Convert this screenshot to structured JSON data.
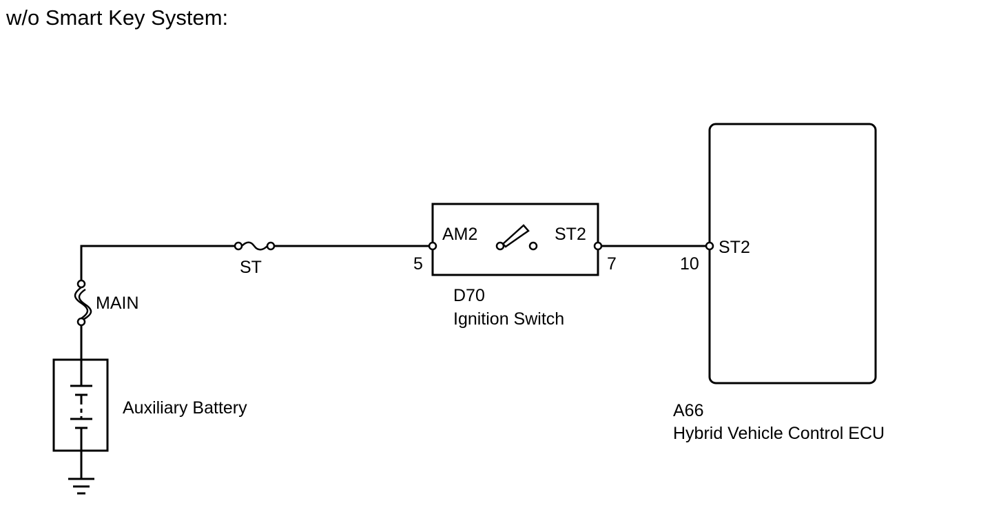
{
  "title": "w/o Smart Key System:",
  "fuses": {
    "st": "ST",
    "main": "MAIN"
  },
  "ignition_switch": {
    "code": "D70",
    "name": "Ignition Switch",
    "terminal_left_name": "AM2",
    "terminal_right_name": "ST2",
    "pin_left": "5",
    "pin_right": "7"
  },
  "ecu": {
    "code": "A66",
    "name": "Hybrid Vehicle Control ECU",
    "terminal_name": "ST2",
    "pin": "10"
  },
  "battery": {
    "name": "Auxiliary Battery"
  },
  "colors": {
    "line": "#000000",
    "background": "#ffffff"
  }
}
